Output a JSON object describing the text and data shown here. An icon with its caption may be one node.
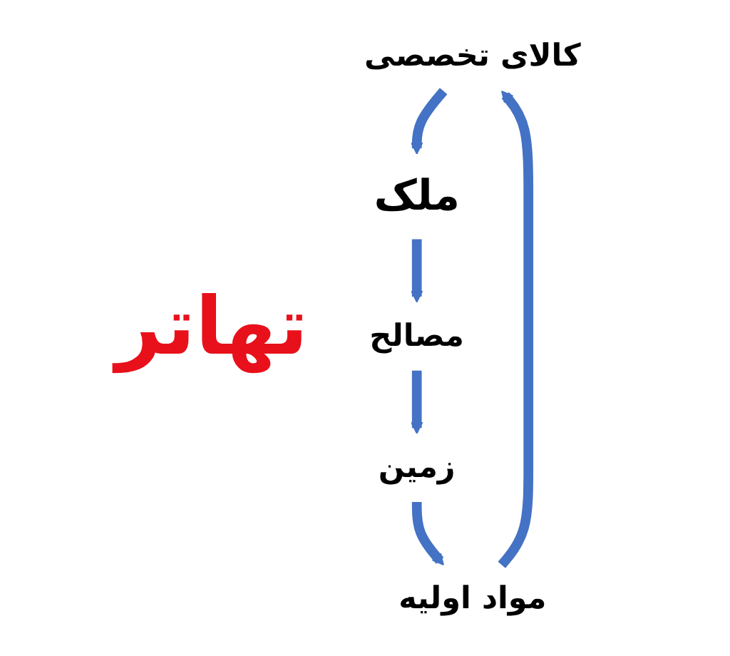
{
  "diagram": {
    "nodes": [
      {
        "text": [
          "کالای تخصصی"
        ]
      },
      {
        "text": [
          "ملک"
        ]
      },
      {
        "text": [
          "مصالح"
        ]
      },
      {
        "text": [
          "زمین"
        ]
      },
      {
        "text": [
          "مواد اولیه"
        ]
      }
    ],
    "edges": [
      {
        "from": 0,
        "to": 1,
        "arrow": "to"
      },
      {
        "from": 1,
        "to": 2,
        "arrow": "to"
      },
      {
        "from": 2,
        "to": 3,
        "arrow": "to"
      },
      {
        "from": 3,
        "to": 4,
        "arrow": "to"
      },
      {
        "from": 4,
        "to": 0,
        "arrow": "to"
      }
    ],
    "labels": [
      "تهاتر"
    ]
  }
}
